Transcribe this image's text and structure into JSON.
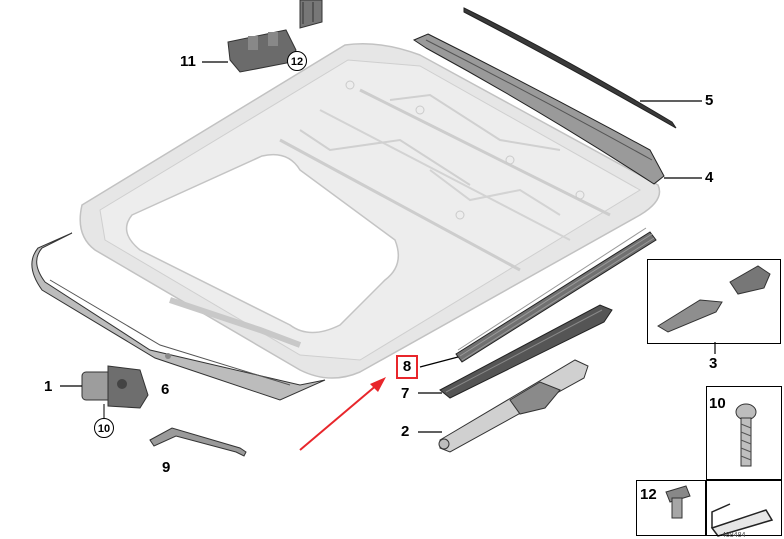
{
  "parts": [
    {
      "id": "1",
      "label": "1"
    },
    {
      "id": "2",
      "label": "2"
    },
    {
      "id": "3",
      "label": "3"
    },
    {
      "id": "4",
      "label": "4"
    },
    {
      "id": "5",
      "label": "5"
    },
    {
      "id": "6",
      "label": "6"
    },
    {
      "id": "7",
      "label": "7"
    },
    {
      "id": "8",
      "label": "8"
    },
    {
      "id": "9",
      "label": "9"
    },
    {
      "id": "10",
      "label": "10"
    },
    {
      "id": "11",
      "label": "11"
    },
    {
      "id": "12",
      "label": "12"
    }
  ],
  "circled": {
    "motor_screw": "10",
    "bracket_screw": "12"
  },
  "legend": {
    "screw_10": "10",
    "screw_12": "12"
  },
  "highlight": {
    "label": "8",
    "color": "#e8262b"
  },
  "ref_number": "488484"
}
